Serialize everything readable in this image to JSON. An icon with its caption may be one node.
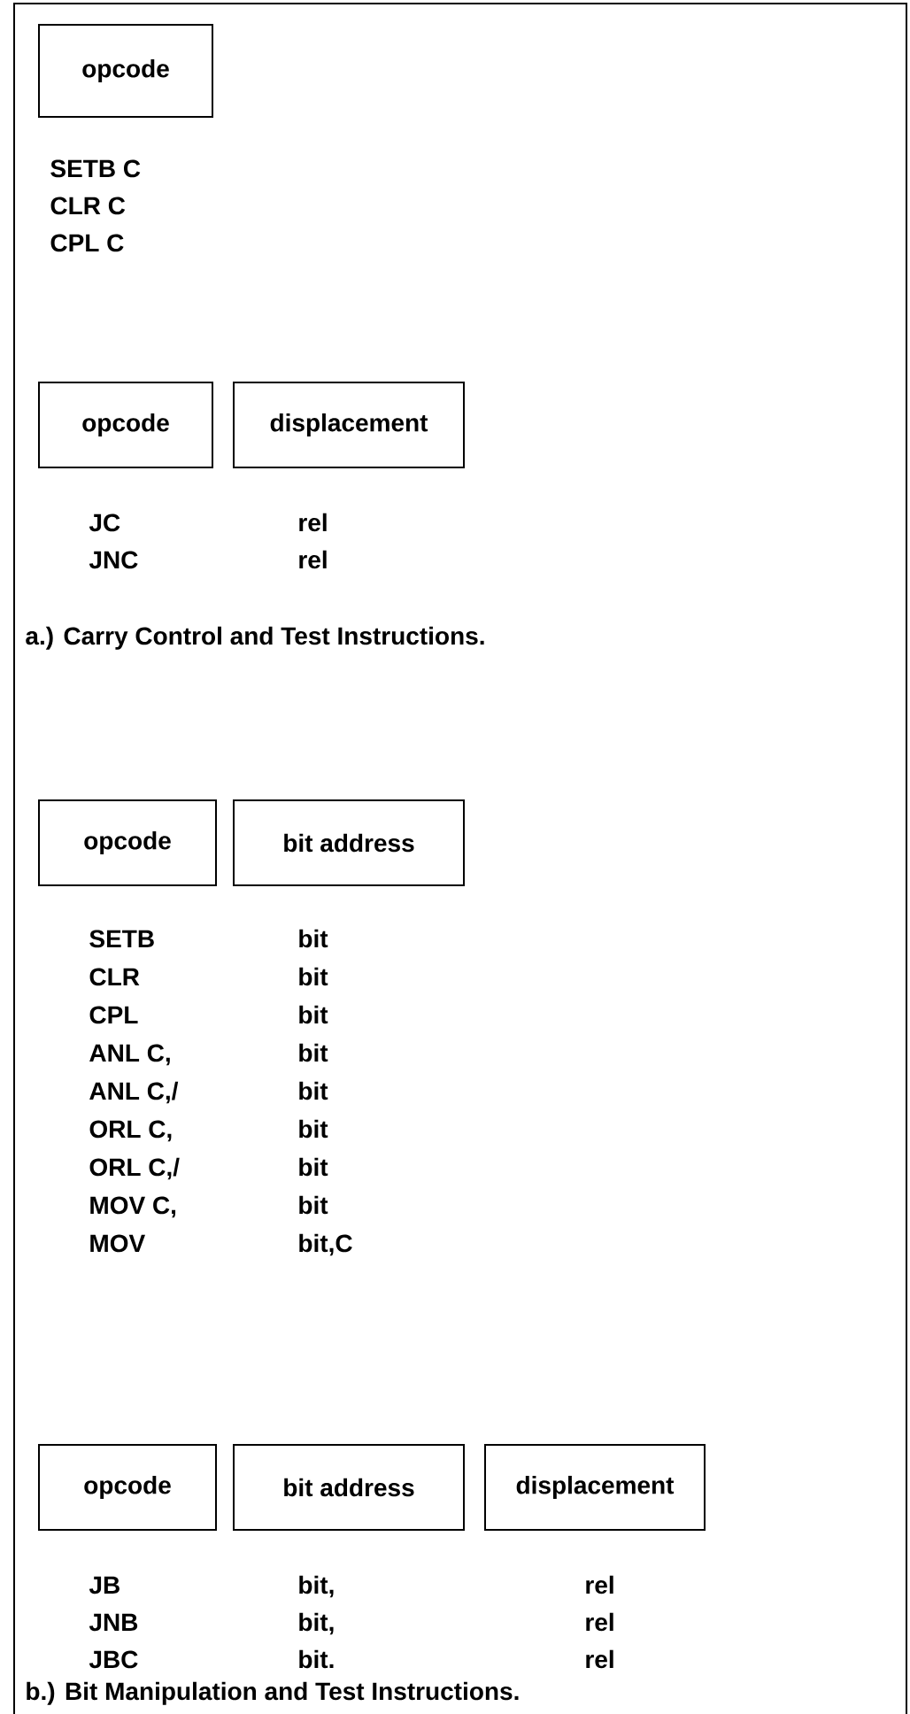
{
  "diagram": {
    "nodes": [
      {
        "text": [
          "opcode"
        ]
      },
      {
        "text": [
          "opcode"
        ]
      },
      {
        "text": [
          "displacement"
        ]
      },
      {
        "text": [
          "opcode"
        ]
      },
      {
        "text": [
          "bit address"
        ]
      },
      {
        "text": [
          "opcode"
        ]
      },
      {
        "text": [
          "bit address"
        ]
      },
      {
        "text": [
          "displacement"
        ]
      }
    ],
    "labels": [
      "SETB C",
      "CLR C",
      "CPL C",
      "JC",
      "rel",
      "JNC",
      "rel",
      "a.) Carry Control and Test Instructions.",
      "SETB",
      "bit",
      "CLR",
      "bit",
      "CPL",
      "bit",
      "ANL C,",
      "bit",
      "ANL C,/",
      "bit",
      "ORL C,",
      "bit",
      "ORL C,/",
      "bit",
      "MOV C,",
      "bit",
      "MOV",
      "bit,C",
      "JB",
      "bit,",
      "rel",
      "JNB",
      "bit,",
      "rel",
      "JBC",
      "bit.",
      "rel",
      "b.) Bit Manipulation and Test Instructions."
    ]
  }
}
